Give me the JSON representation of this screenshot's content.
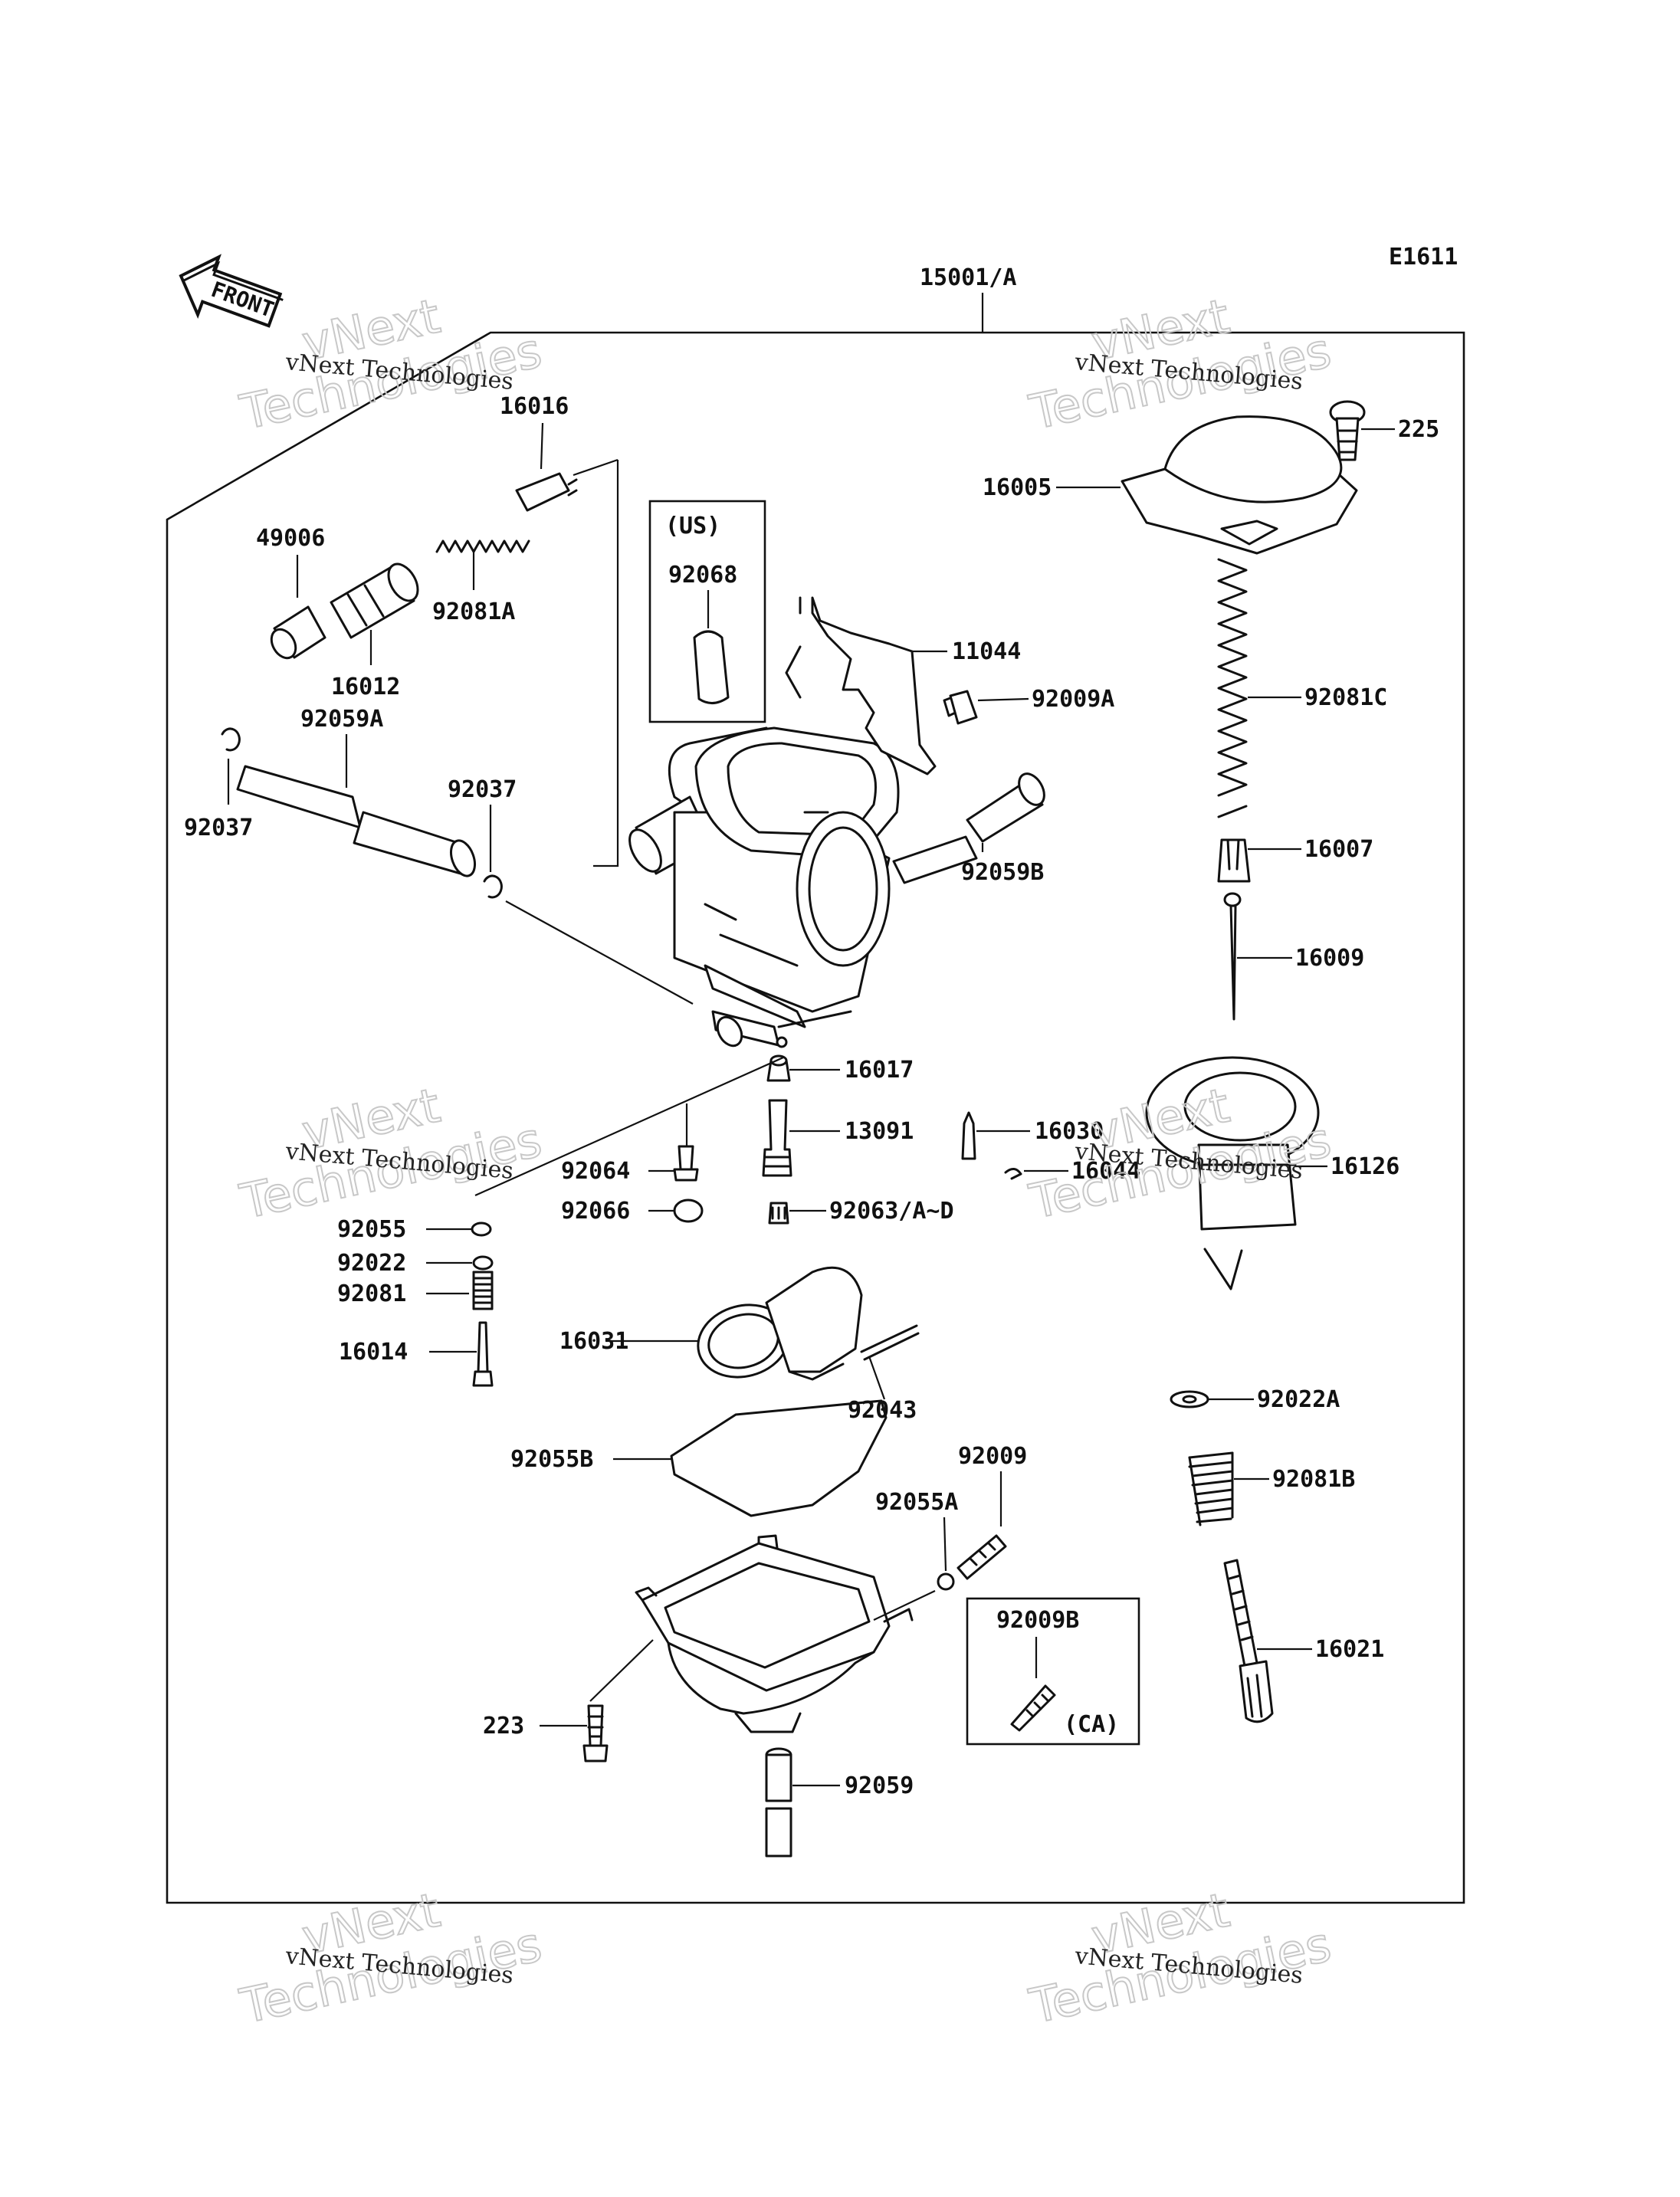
{
  "diagram_code": "E1611",
  "assembly_label": "15001/A",
  "front_label": "FRONT",
  "watermark": {
    "company": "vNext Technologies",
    "word_1": "vNext",
    "word_2": "Technologies"
  },
  "notes": {
    "us_box": "(US)",
    "ca_box": "(CA)"
  },
  "parts": {
    "p16016": "16016",
    "p49006": "49006",
    "p92081A": "92081A",
    "p16012": "16012",
    "p92059A": "92059A",
    "p92037_left": "92037",
    "p92037_right": "92037",
    "p92068": "92068",
    "p11044": "11044",
    "p92009A": "92009A",
    "p92059B": "92059B",
    "p225": "225",
    "p16005": "16005",
    "p92081C": "92081C",
    "p16007": "16007",
    "p16009": "16009",
    "p16017": "16017",
    "p13091": "13091",
    "p16030": "16030",
    "p16044": "16044",
    "p16126": "16126",
    "p92064": "92064",
    "p92066": "92066",
    "p92063": "92063/A~D",
    "p92055": "92055",
    "p92022": "92022",
    "p92081": "92081",
    "p16014": "16014",
    "p16031": "16031",
    "p92043": "92043",
    "p92022A": "92022A",
    "p92055B": "92055B",
    "p92009": "92009",
    "p92055A": "92055A",
    "p92081B": "92081B",
    "p92009B": "92009B",
    "p16021": "16021",
    "p223": "223",
    "p92059": "92059"
  }
}
